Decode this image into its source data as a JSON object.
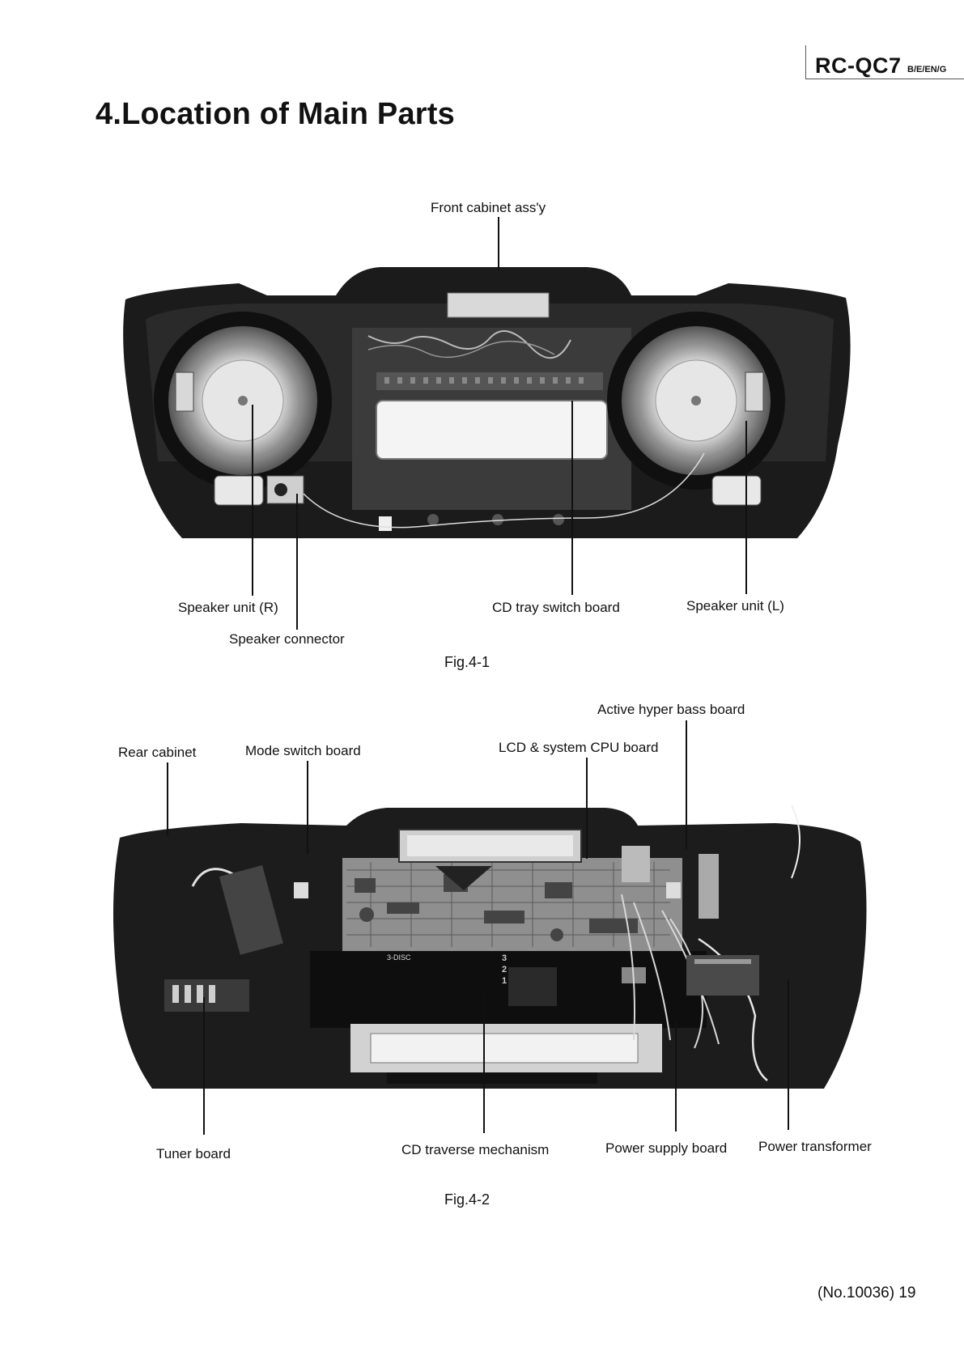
{
  "header": {
    "model": "RC-QC7",
    "variants": "B/E/EN/G"
  },
  "title": "4.Location of Main Parts",
  "figures": [
    {
      "caption": "Fig.4-1",
      "labels": {
        "front_cabinet": "Front cabinet ass'y",
        "speaker_r": "Speaker unit (R)",
        "speaker_connector": "Speaker connector",
        "cd_tray_switch": "CD tray switch board",
        "speaker_l": "Speaker unit (L)"
      }
    },
    {
      "caption": "Fig.4-2",
      "labels": {
        "active_hyper_bass": "Active hyper bass board",
        "rear_cabinet": "Rear cabinet",
        "mode_switch": "Mode switch board",
        "lcd_cpu": "LCD & system CPU board",
        "tuner": "Tuner board",
        "cd_traverse": "CD traverse mechanism",
        "power_supply": "Power supply board",
        "power_transformer": "Power transformer"
      }
    }
  ],
  "photo_text": {
    "disc_brand": "3-DISC",
    "disc_numbers": [
      "3",
      "2",
      "1"
    ]
  },
  "footer": {
    "page": "(No.10036) 19"
  }
}
